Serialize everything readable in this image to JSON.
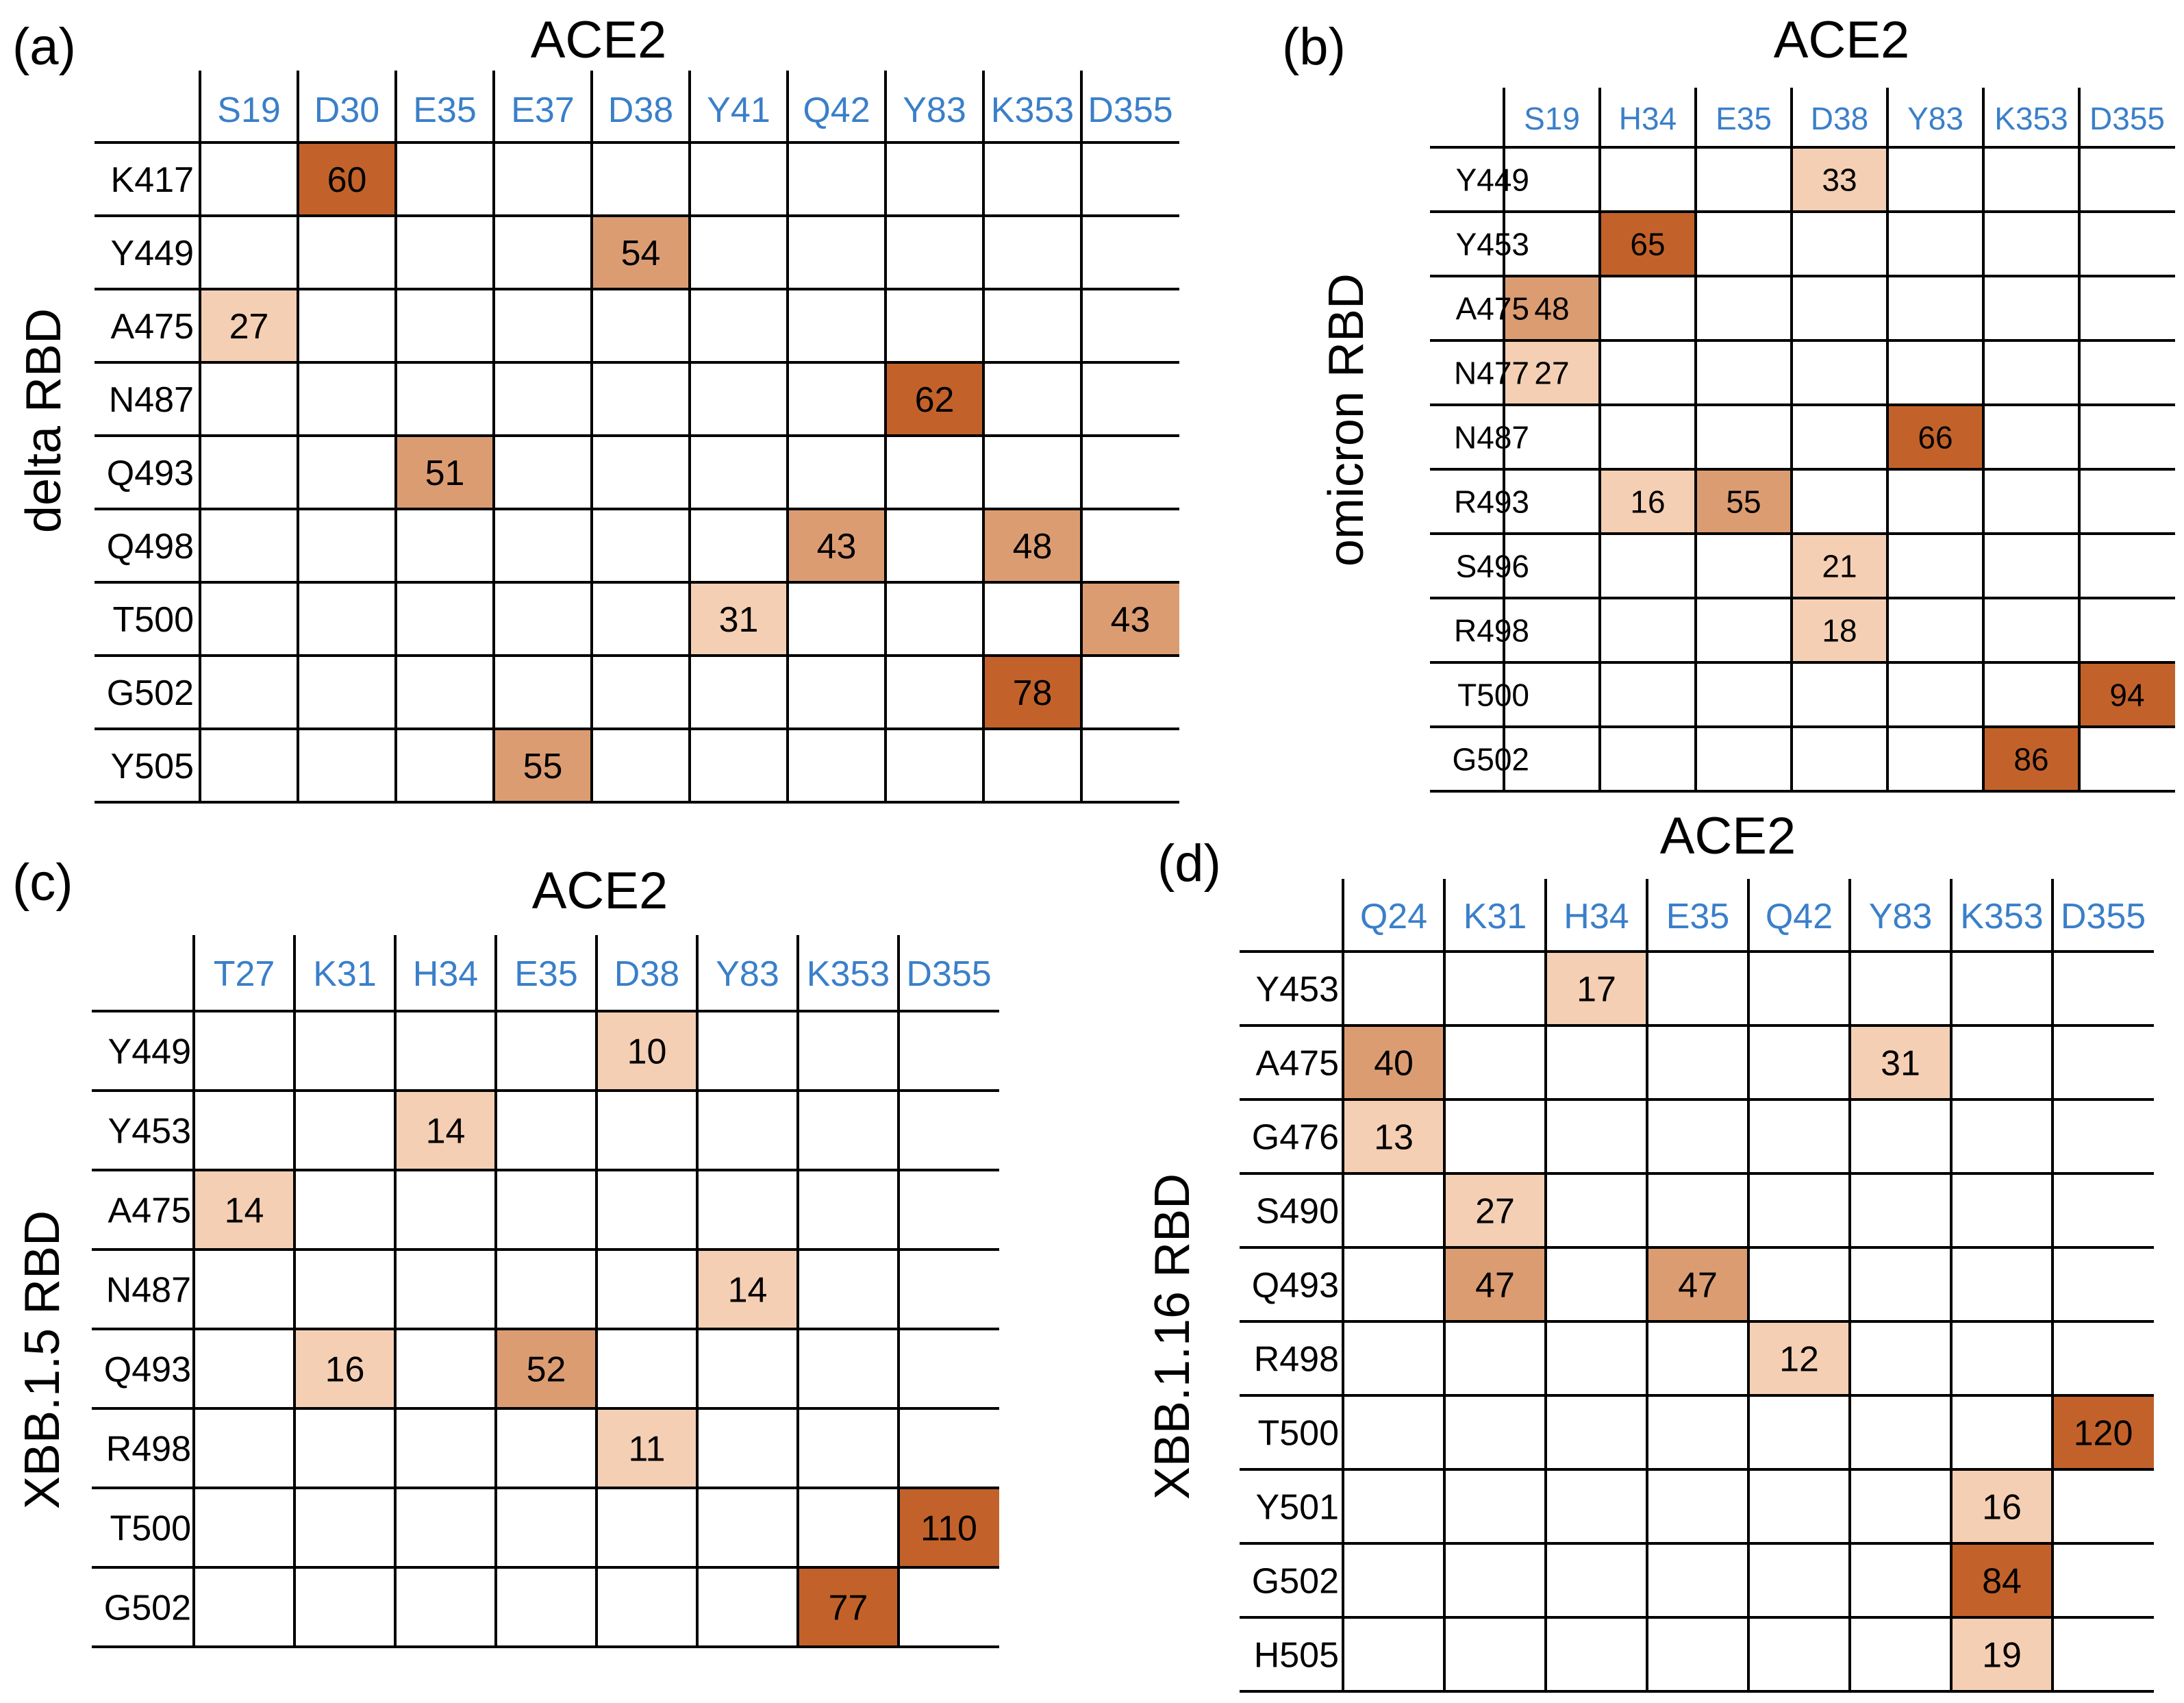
{
  "chart_data": [
    {
      "panel_label": "(a)",
      "type": "heatmap",
      "title": "ACE2",
      "ylabel": "delta RBD",
      "columns": [
        "S19",
        "D30",
        "E35",
        "E37",
        "D38",
        "Y41",
        "Q42",
        "Y83",
        "K353",
        "D355"
      ],
      "rows": [
        "K417",
        "Y449",
        "A475",
        "N487",
        "Q493",
        "Q498",
        "T500",
        "G502",
        "Y505"
      ],
      "cells": [
        {
          "row": "K417",
          "col": "D30",
          "value": 60
        },
        {
          "row": "Y449",
          "col": "D38",
          "value": 54
        },
        {
          "row": "A475",
          "col": "S19",
          "value": 27
        },
        {
          "row": "N487",
          "col": "Y83",
          "value": 62
        },
        {
          "row": "Q493",
          "col": "E35",
          "value": 51
        },
        {
          "row": "Q498",
          "col": "Q42",
          "value": 43
        },
        {
          "row": "Q498",
          "col": "K353",
          "value": 48
        },
        {
          "row": "T500",
          "col": "Y41",
          "value": 31
        },
        {
          "row": "T500",
          "col": "D355",
          "value": 43
        },
        {
          "row": "G502",
          "col": "K353",
          "value": 78
        },
        {
          "row": "Y505",
          "col": "E37",
          "value": 55
        }
      ]
    },
    {
      "panel_label": "(b)",
      "type": "heatmap",
      "title": "ACE2",
      "ylabel": "omicron RBD",
      "columns": [
        "S19",
        "H34",
        "E35",
        "D38",
        "Y83",
        "K353",
        "D355"
      ],
      "rows": [
        "Y449",
        "Y453",
        "A475",
        "N477",
        "N487",
        "R493",
        "S496",
        "R498",
        "T500",
        "G502"
      ],
      "cells": [
        {
          "row": "Y449",
          "col": "D38",
          "value": 33
        },
        {
          "row": "Y453",
          "col": "H34",
          "value": 65
        },
        {
          "row": "A475",
          "col": "S19",
          "value": 48
        },
        {
          "row": "N477",
          "col": "S19",
          "value": 27
        },
        {
          "row": "N487",
          "col": "Y83",
          "value": 66
        },
        {
          "row": "R493",
          "col": "H34",
          "value": 16
        },
        {
          "row": "R493",
          "col": "E35",
          "value": 55
        },
        {
          "row": "S496",
          "col": "D38",
          "value": 21
        },
        {
          "row": "R498",
          "col": "D38",
          "value": 18
        },
        {
          "row": "T500",
          "col": "D355",
          "value": 94
        },
        {
          "row": "G502",
          "col": "K353",
          "value": 86
        }
      ]
    },
    {
      "panel_label": "(c)",
      "type": "heatmap",
      "title": "ACE2",
      "ylabel": "XBB.1.5 RBD",
      "columns": [
        "T27",
        "K31",
        "H34",
        "E35",
        "D38",
        "Y83",
        "K353",
        "D355"
      ],
      "rows": [
        "Y449",
        "Y453",
        "A475",
        "N487",
        "Q493",
        "R498",
        "T500",
        "G502"
      ],
      "cells": [
        {
          "row": "Y449",
          "col": "D38",
          "value": 10
        },
        {
          "row": "Y453",
          "col": "H34",
          "value": 14
        },
        {
          "row": "A475",
          "col": "T27",
          "value": 14
        },
        {
          "row": "N487",
          "col": "Y83",
          "value": 14
        },
        {
          "row": "Q493",
          "col": "K31",
          "value": 16
        },
        {
          "row": "Q493",
          "col": "E35",
          "value": 52
        },
        {
          "row": "R498",
          "col": "D38",
          "value": 11
        },
        {
          "row": "T500",
          "col": "D355",
          "value": 110
        },
        {
          "row": "G502",
          "col": "K353",
          "value": 77
        }
      ]
    },
    {
      "panel_label": "(d)",
      "type": "heatmap",
      "title": "ACE2",
      "ylabel": "XBB.1.16 RBD",
      "columns": [
        "Q24",
        "K31",
        "H34",
        "E35",
        "Q42",
        "Y83",
        "K353",
        "D355"
      ],
      "rows": [
        "Y453",
        "A475",
        "G476",
        "S490",
        "Q493",
        "R498",
        "T500",
        "Y501",
        "G502",
        "H505"
      ],
      "cells": [
        {
          "row": "Y453",
          "col": "H34",
          "value": 17
        },
        {
          "row": "A475",
          "col": "Q24",
          "value": 40
        },
        {
          "row": "A475",
          "col": "Y83",
          "value": 31
        },
        {
          "row": "G476",
          "col": "Q24",
          "value": 13
        },
        {
          "row": "S490",
          "col": "K31",
          "value": 27
        },
        {
          "row": "Q493",
          "col": "K31",
          "value": 47
        },
        {
          "row": "Q493",
          "col": "E35",
          "value": 47
        },
        {
          "row": "R498",
          "col": "Q42",
          "value": 12
        },
        {
          "row": "T500",
          "col": "D355",
          "value": 120
        },
        {
          "row": "Y501",
          "col": "K353",
          "value": 16
        },
        {
          "row": "G502",
          "col": "K353",
          "value": 84
        },
        {
          "row": "H505",
          "col": "K353",
          "value": 19
        }
      ]
    }
  ],
  "colors": {
    "light": "#f5cfb3",
    "medium": "#dc9c72",
    "dark": "#c2622a",
    "column_label": "#3a7fc9",
    "text": "#000000",
    "grid": "#000000"
  }
}
